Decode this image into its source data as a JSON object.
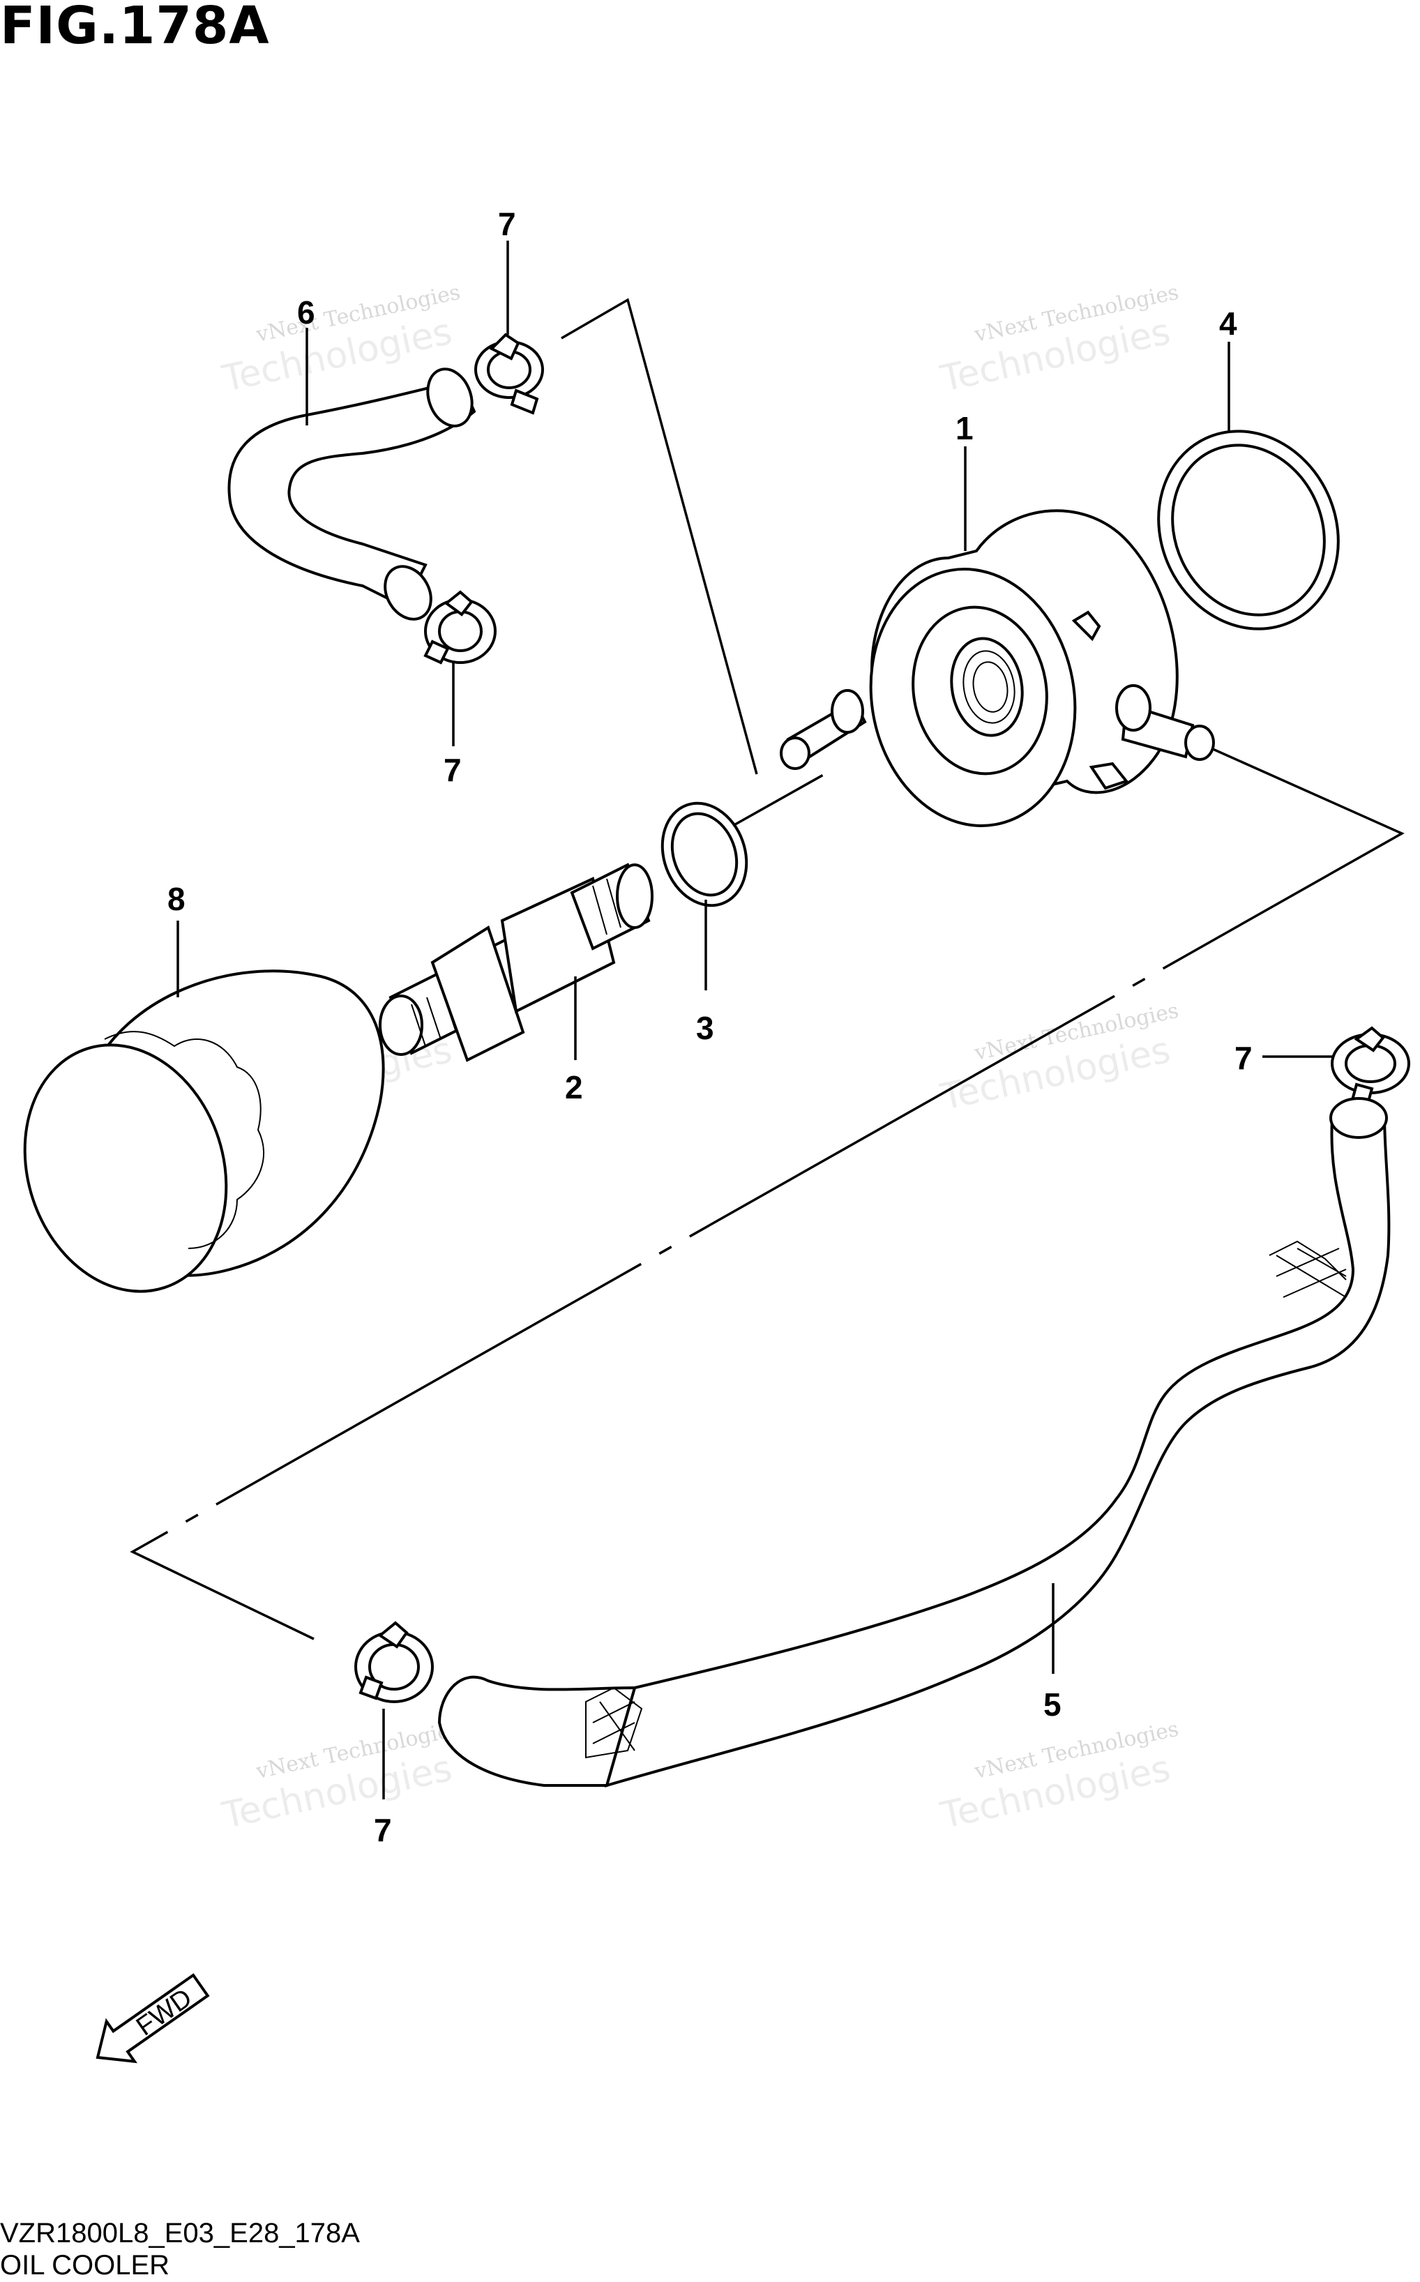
{
  "figure": {
    "title": "FIG.178A",
    "code": "VZR1800L8_E03_E28_178A",
    "caption": "OIL COOLER"
  },
  "watermark": {
    "line1": "vNext Technologies",
    "line2": "Technologies",
    "line3": "vNext"
  },
  "fwd_label": "FWD",
  "callouts": {
    "c1": "1",
    "c2": "2",
    "c3": "3",
    "c4": "4",
    "c5": "5",
    "c6": "6",
    "c7a": "7",
    "c7b": "7",
    "c7c": "7",
    "c7d": "7",
    "c8": "8"
  }
}
